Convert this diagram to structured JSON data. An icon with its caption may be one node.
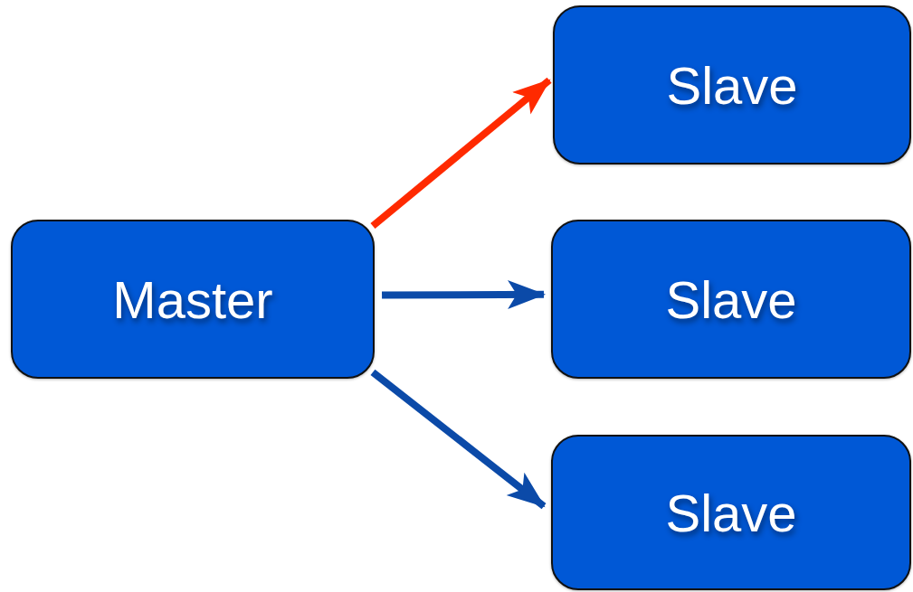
{
  "diagram": {
    "nodes": [
      {
        "text": [
          "Master"
        ]
      },
      {
        "text": [
          "Slave"
        ]
      },
      {
        "text": [
          "Slave"
        ]
      },
      {
        "text": [
          "Slave"
        ]
      }
    ],
    "edges": [
      {
        "from": 0,
        "to": 1,
        "arrow": "to",
        "color": "#ff2a00"
      },
      {
        "from": 0,
        "to": 2,
        "arrow": "to"
      },
      {
        "from": 0,
        "to": 3,
        "arrow": "to"
      }
    ]
  }
}
